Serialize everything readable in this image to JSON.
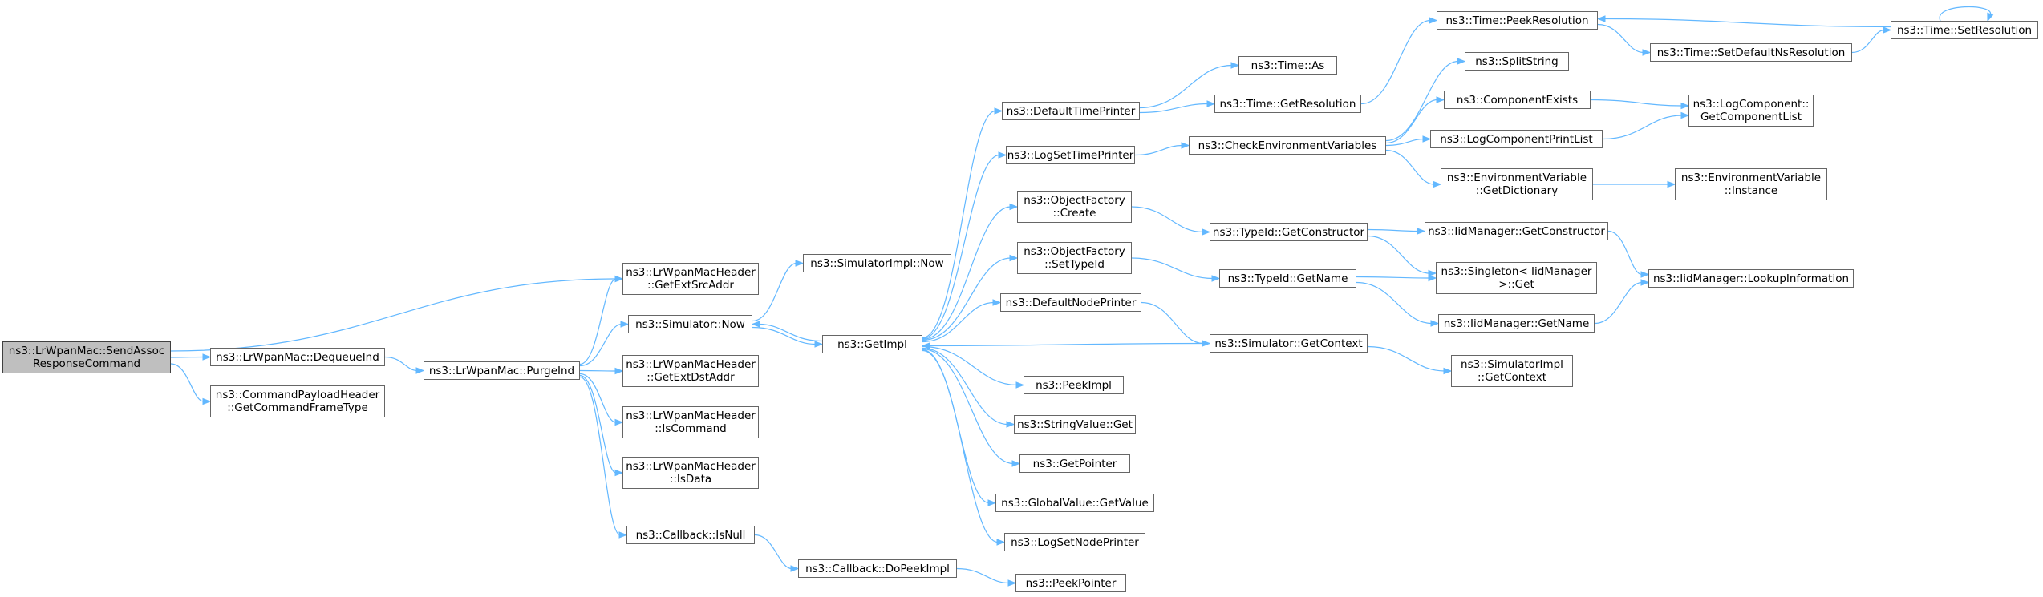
{
  "graph": {
    "colors": {
      "edge": "#63b8ff",
      "node_border": "#666666",
      "root_fill": "#bfbfbf"
    },
    "nodes": {
      "root": [
        "ns3::LrWpanMac::SendAssoc",
        "ResponseCommand"
      ],
      "getExtSrcAddr": [
        "ns3::LrWpanMacHeader",
        "::GetExtSrcAddr"
      ],
      "dequeueInd": [
        "ns3::LrWpanMac::DequeueInd"
      ],
      "getCommandFrameType": [
        "ns3::CommandPayloadHeader",
        "::GetCommandFrameType"
      ],
      "purgeInd": [
        "ns3::LrWpanMac::PurgeInd"
      ],
      "simNow": [
        "ns3::Simulator::Now"
      ],
      "getExtDstAddr": [
        "ns3::LrWpanMacHeader",
        "::GetExtDstAddr"
      ],
      "isCommand": [
        "ns3::LrWpanMacHeader",
        "::IsCommand"
      ],
      "isData": [
        "ns3::LrWpanMacHeader",
        "::IsData"
      ],
      "isNull": [
        "ns3::Callback::IsNull"
      ],
      "simImplNow": [
        "ns3::SimulatorImpl::Now"
      ],
      "getImpl": [
        "ns3::GetImpl"
      ],
      "doPeekImpl": [
        "ns3::Callback::DoPeekImpl"
      ],
      "peekPointer": [
        "ns3::PeekPointer"
      ],
      "defaultTimePrinter": [
        "ns3::DefaultTimePrinter"
      ],
      "logSetTimePrinter": [
        "ns3::LogSetTimePrinter"
      ],
      "ofCreate": [
        "ns3::ObjectFactory",
        "::Create"
      ],
      "ofSetTypeId": [
        "ns3::ObjectFactory",
        "::SetTypeId"
      ],
      "defaultNodePrinter": [
        "ns3::DefaultNodePrinter"
      ],
      "peekImpl": [
        "ns3::PeekImpl"
      ],
      "stringValueGet": [
        "ns3::StringValue::Get"
      ],
      "getPointer": [
        "ns3::GetPointer"
      ],
      "globalValueGetValue": [
        "ns3::GlobalValue::GetValue"
      ],
      "logSetNodePrinter": [
        "ns3::LogSetNodePrinter"
      ],
      "timeAs": [
        "ns3::Time::As"
      ],
      "timeGetResolution": [
        "ns3::Time::GetResolution"
      ],
      "checkEnvVars": [
        "ns3::CheckEnvironmentVariables"
      ],
      "typeIdGetConstructor": [
        "ns3::TypeId::GetConstructor"
      ],
      "typeIdGetName": [
        "ns3::TypeId::GetName"
      ],
      "simGetContext": [
        "ns3::Simulator::GetContext"
      ],
      "timePeekResolution": [
        "ns3::Time::PeekResolution"
      ],
      "splitString": [
        "ns3::SplitString"
      ],
      "componentExists": [
        "ns3::ComponentExists"
      ],
      "logComponentPrintList": [
        "ns3::LogComponentPrintList"
      ],
      "envVarGetDictionary": [
        "ns3::EnvironmentVariable",
        "::GetDictionary"
      ],
      "iidGetConstructor": [
        "ns3::IidManager::GetConstructor"
      ],
      "singletonGet": [
        "ns3::Singleton< IidManager",
        ">::Get"
      ],
      "iidGetName": [
        "ns3::IidManager::GetName"
      ],
      "simImplGetContext": [
        "ns3::SimulatorImpl",
        "::GetContext"
      ],
      "setDefaultNsResolution": [
        "ns3::Time::SetDefaultNsResolution"
      ],
      "timeSetResolution": [
        "ns3::Time::SetResolution"
      ],
      "logComponentGetList": [
        "ns3::LogComponent::",
        "GetComponentList"
      ],
      "envVarInstance": [
        "ns3::EnvironmentVariable",
        "::Instance"
      ],
      "iidLookupInformation": [
        "ns3::IidManager::LookupInformation"
      ]
    }
  }
}
